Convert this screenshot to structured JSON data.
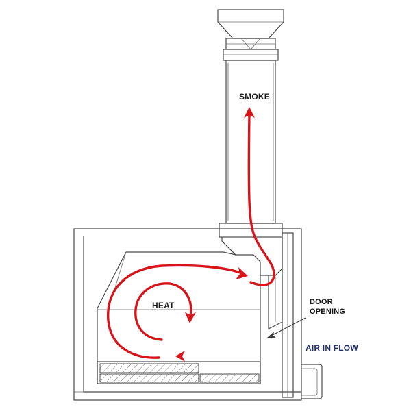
{
  "diagram": {
    "labels": {
      "smoke": "SMOKE",
      "heat": "HEAT",
      "door_line1": "DOOR",
      "door_line2": "OPENING",
      "air_in_flow": "AIR IN FLOW"
    },
    "colors": {
      "flow_arrow": "#d7141a",
      "air_flow_start": "#1a9ad6",
      "air_flow_end": "#d7141a",
      "outline": "#4a4a4a",
      "hatch": "#7a7a7a",
      "background": "#ffffff"
    }
  }
}
